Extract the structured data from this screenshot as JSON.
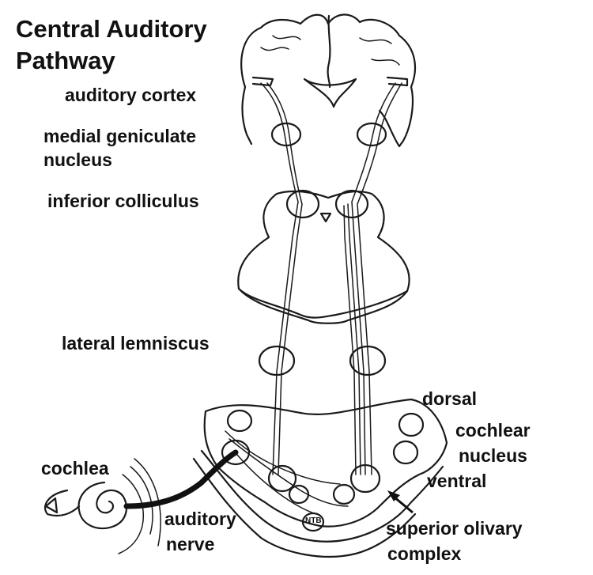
{
  "title": {
    "line1": "Central Auditory",
    "line2": "Pathway"
  },
  "labels": {
    "auditory_cortex": "auditory cortex",
    "medial_geniculate_line1": "medial geniculate",
    "medial_geniculate_line2": "nucleus",
    "inferior_colliculus": "inferior colliculus",
    "lateral_lemniscus": "lateral lemniscus",
    "dorsal": "dorsal",
    "cochlear_line1": "cochlear",
    "cochlear_line2": "nucleus",
    "ventral": "ventral",
    "cochlea": "cochlea",
    "auditory_nerve_line1": "auditory",
    "auditory_nerve_line2": "nerve",
    "superior_olivary_line1": "superior olivary",
    "superior_olivary_line2": "complex",
    "ntb": "NTB"
  },
  "colors": {
    "ink": "#1a1a1a",
    "background": "#ffffff"
  }
}
